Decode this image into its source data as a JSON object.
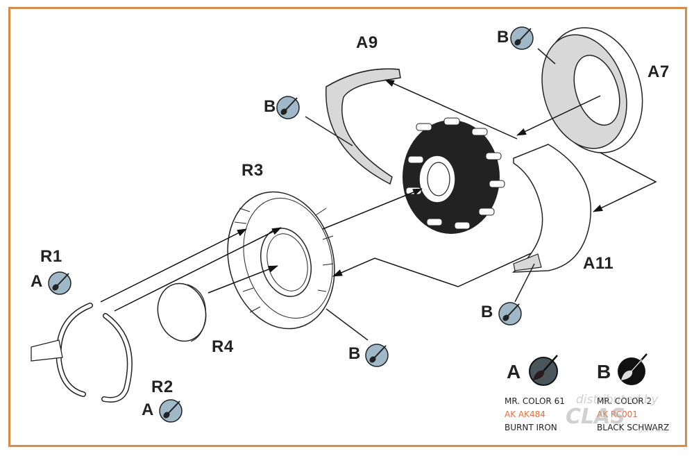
{
  "diagram": {
    "title": "Radial engine cowling assembly",
    "parts": [
      {
        "id": "A9",
        "label": "A9",
        "paint": "B"
      },
      {
        "id": "A7",
        "label": "A7",
        "paint": "B"
      },
      {
        "id": "R3",
        "label": "R3",
        "paint": "B"
      },
      {
        "id": "A11",
        "label": "A11",
        "paint": "B"
      },
      {
        "id": "R1",
        "label": "R1",
        "paint": "A"
      },
      {
        "id": "R2",
        "label": "R2",
        "paint": "A"
      },
      {
        "id": "R4",
        "label": "R4",
        "paint": null
      }
    ],
    "callouts": {
      "a9_paint": "B",
      "a7_paint": "B",
      "r3_paint": "B",
      "a11_paint": "B",
      "r1_paint": "A",
      "r2_paint": "A"
    },
    "legend": [
      {
        "key": "A",
        "icon_color": "#4a565c",
        "line1": "MR. COLOR 61",
        "line2": "AK AK484",
        "line3": "BURNT IRON"
      },
      {
        "key": "B",
        "icon_color": "#111111",
        "line1": "MR. COLOR 2",
        "line2": "AK RC001",
        "line3": "BLACK SCHWARZ"
      }
    ],
    "watermark": {
      "line1": "distributed by",
      "line2": "CLAS",
      "line3": "germany"
    },
    "colors": {
      "frame": "#d98a45",
      "paint_badge": "#9fb9c9",
      "part_fill": "#d8d8d8",
      "ak_text": "#e8703a"
    }
  }
}
